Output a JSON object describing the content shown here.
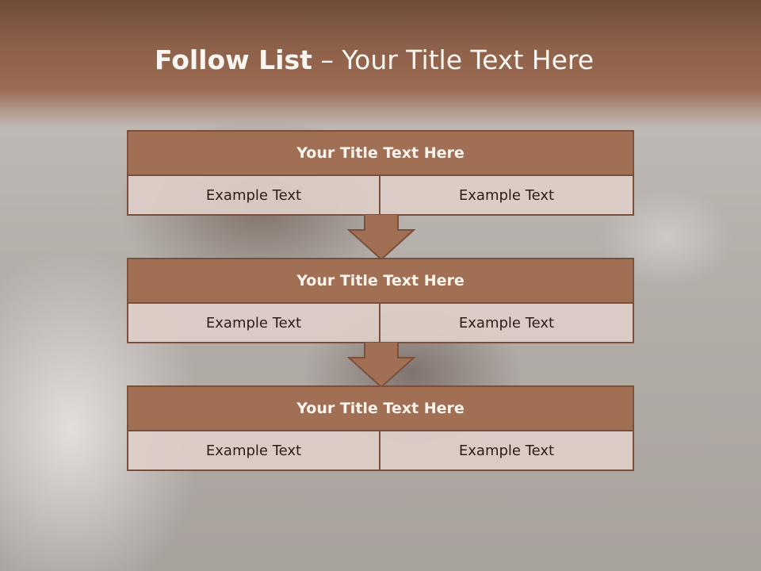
{
  "slide": {
    "title_bold": "Follow List",
    "title_rest": " – Your Title Text Here"
  },
  "blocks": [
    {
      "title": "Your Title Text Here",
      "left": "Example Text",
      "right": "Example Text"
    },
    {
      "title": "Your Title Text Here",
      "left": "Example Text",
      "right": "Example Text"
    },
    {
      "title": "Your Title Text Here",
      "left": "Example Text",
      "right": "Example Text"
    }
  ],
  "colors": {
    "header_brown": "#8c6049",
    "box_brown": "#a06f54",
    "box_border": "#7a4f3b",
    "cell_fill": "#decec8"
  },
  "icons": [
    "down-arrow-icon"
  ]
}
